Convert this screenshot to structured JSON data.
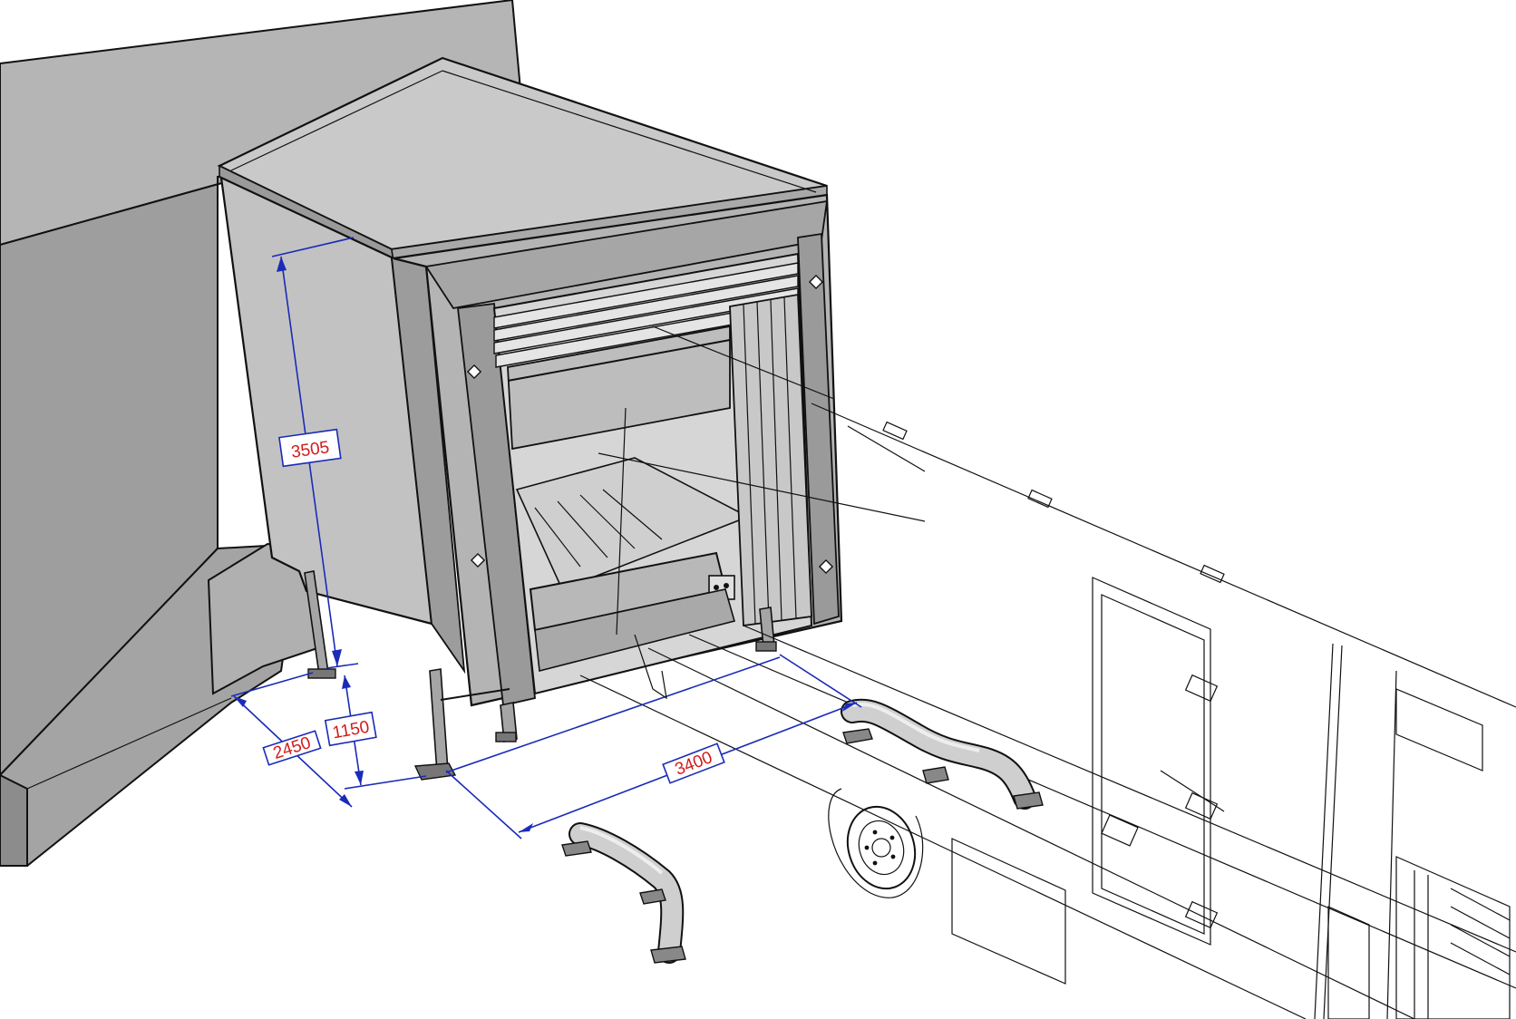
{
  "drawing": {
    "colors": {
      "wall_dark": "#8f8f8f",
      "wall_mid": "#a8a8a8",
      "wall_light": "#c4c4c4",
      "frame": "#b9b9b9",
      "dimension_line": "#1a2bb8",
      "dimension_text": "#d21c1c",
      "ink": "#111111"
    },
    "dimensions": {
      "height": "3505",
      "depth": "2450",
      "platform_height": "1150",
      "width": "3400"
    }
  }
}
